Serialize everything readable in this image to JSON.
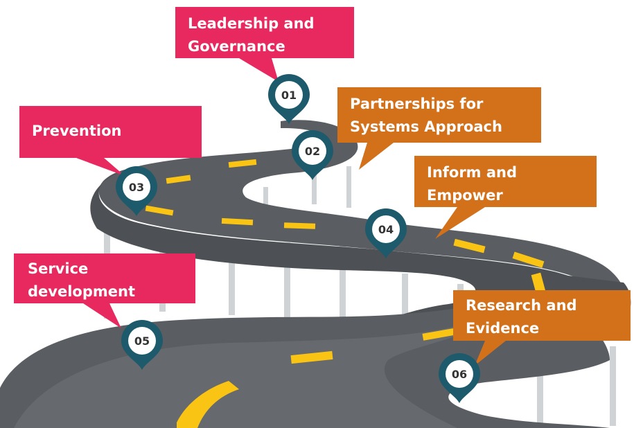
{
  "colors": {
    "pink": "#e8295f",
    "orange": "#d2711a",
    "road": "#5a5d61",
    "road_edge": "#3d3f42",
    "lane_marking": "#f9c414",
    "pillar": "#cfd3d6",
    "pin": "#1d5a6b"
  },
  "milestones": [
    {
      "number": "01",
      "label_lines": [
        "Leadership and",
        "Governance"
      ],
      "color": "pink"
    },
    {
      "number": "02",
      "label_lines": [
        "Partnerships for",
        "Systems Approach"
      ],
      "color": "orange"
    },
    {
      "number": "03",
      "label_lines": [
        "Prevention"
      ],
      "color": "pink"
    },
    {
      "number": "04",
      "label_lines": [
        "Inform and",
        "Empower"
      ],
      "color": "orange"
    },
    {
      "number": "05",
      "label_lines": [
        "Service",
        "development"
      ],
      "color": "pink"
    },
    {
      "number": "06",
      "label_lines": [
        "Research and",
        "Evidence"
      ],
      "color": "orange"
    }
  ]
}
